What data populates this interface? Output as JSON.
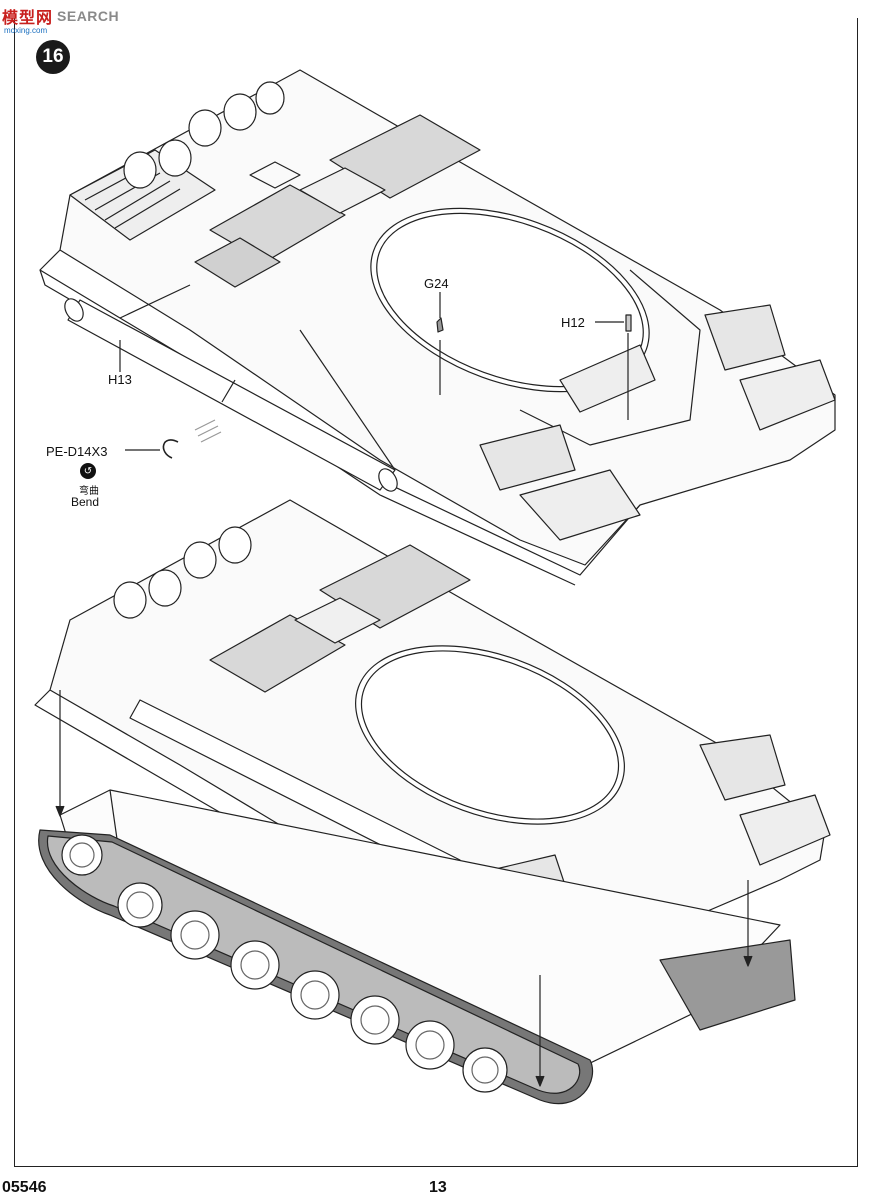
{
  "watermark": {
    "logo": "模型网",
    "word": "SEARCH",
    "sub": "moxing.com"
  },
  "step": {
    "number": "16"
  },
  "callouts": {
    "g24": "G24",
    "h12": "H12",
    "h13": "H13",
    "pe": "PE-D14X3",
    "bend_zh": "弯曲",
    "bend_en": "Bend"
  },
  "footer": {
    "code": "05546",
    "page": "13"
  }
}
